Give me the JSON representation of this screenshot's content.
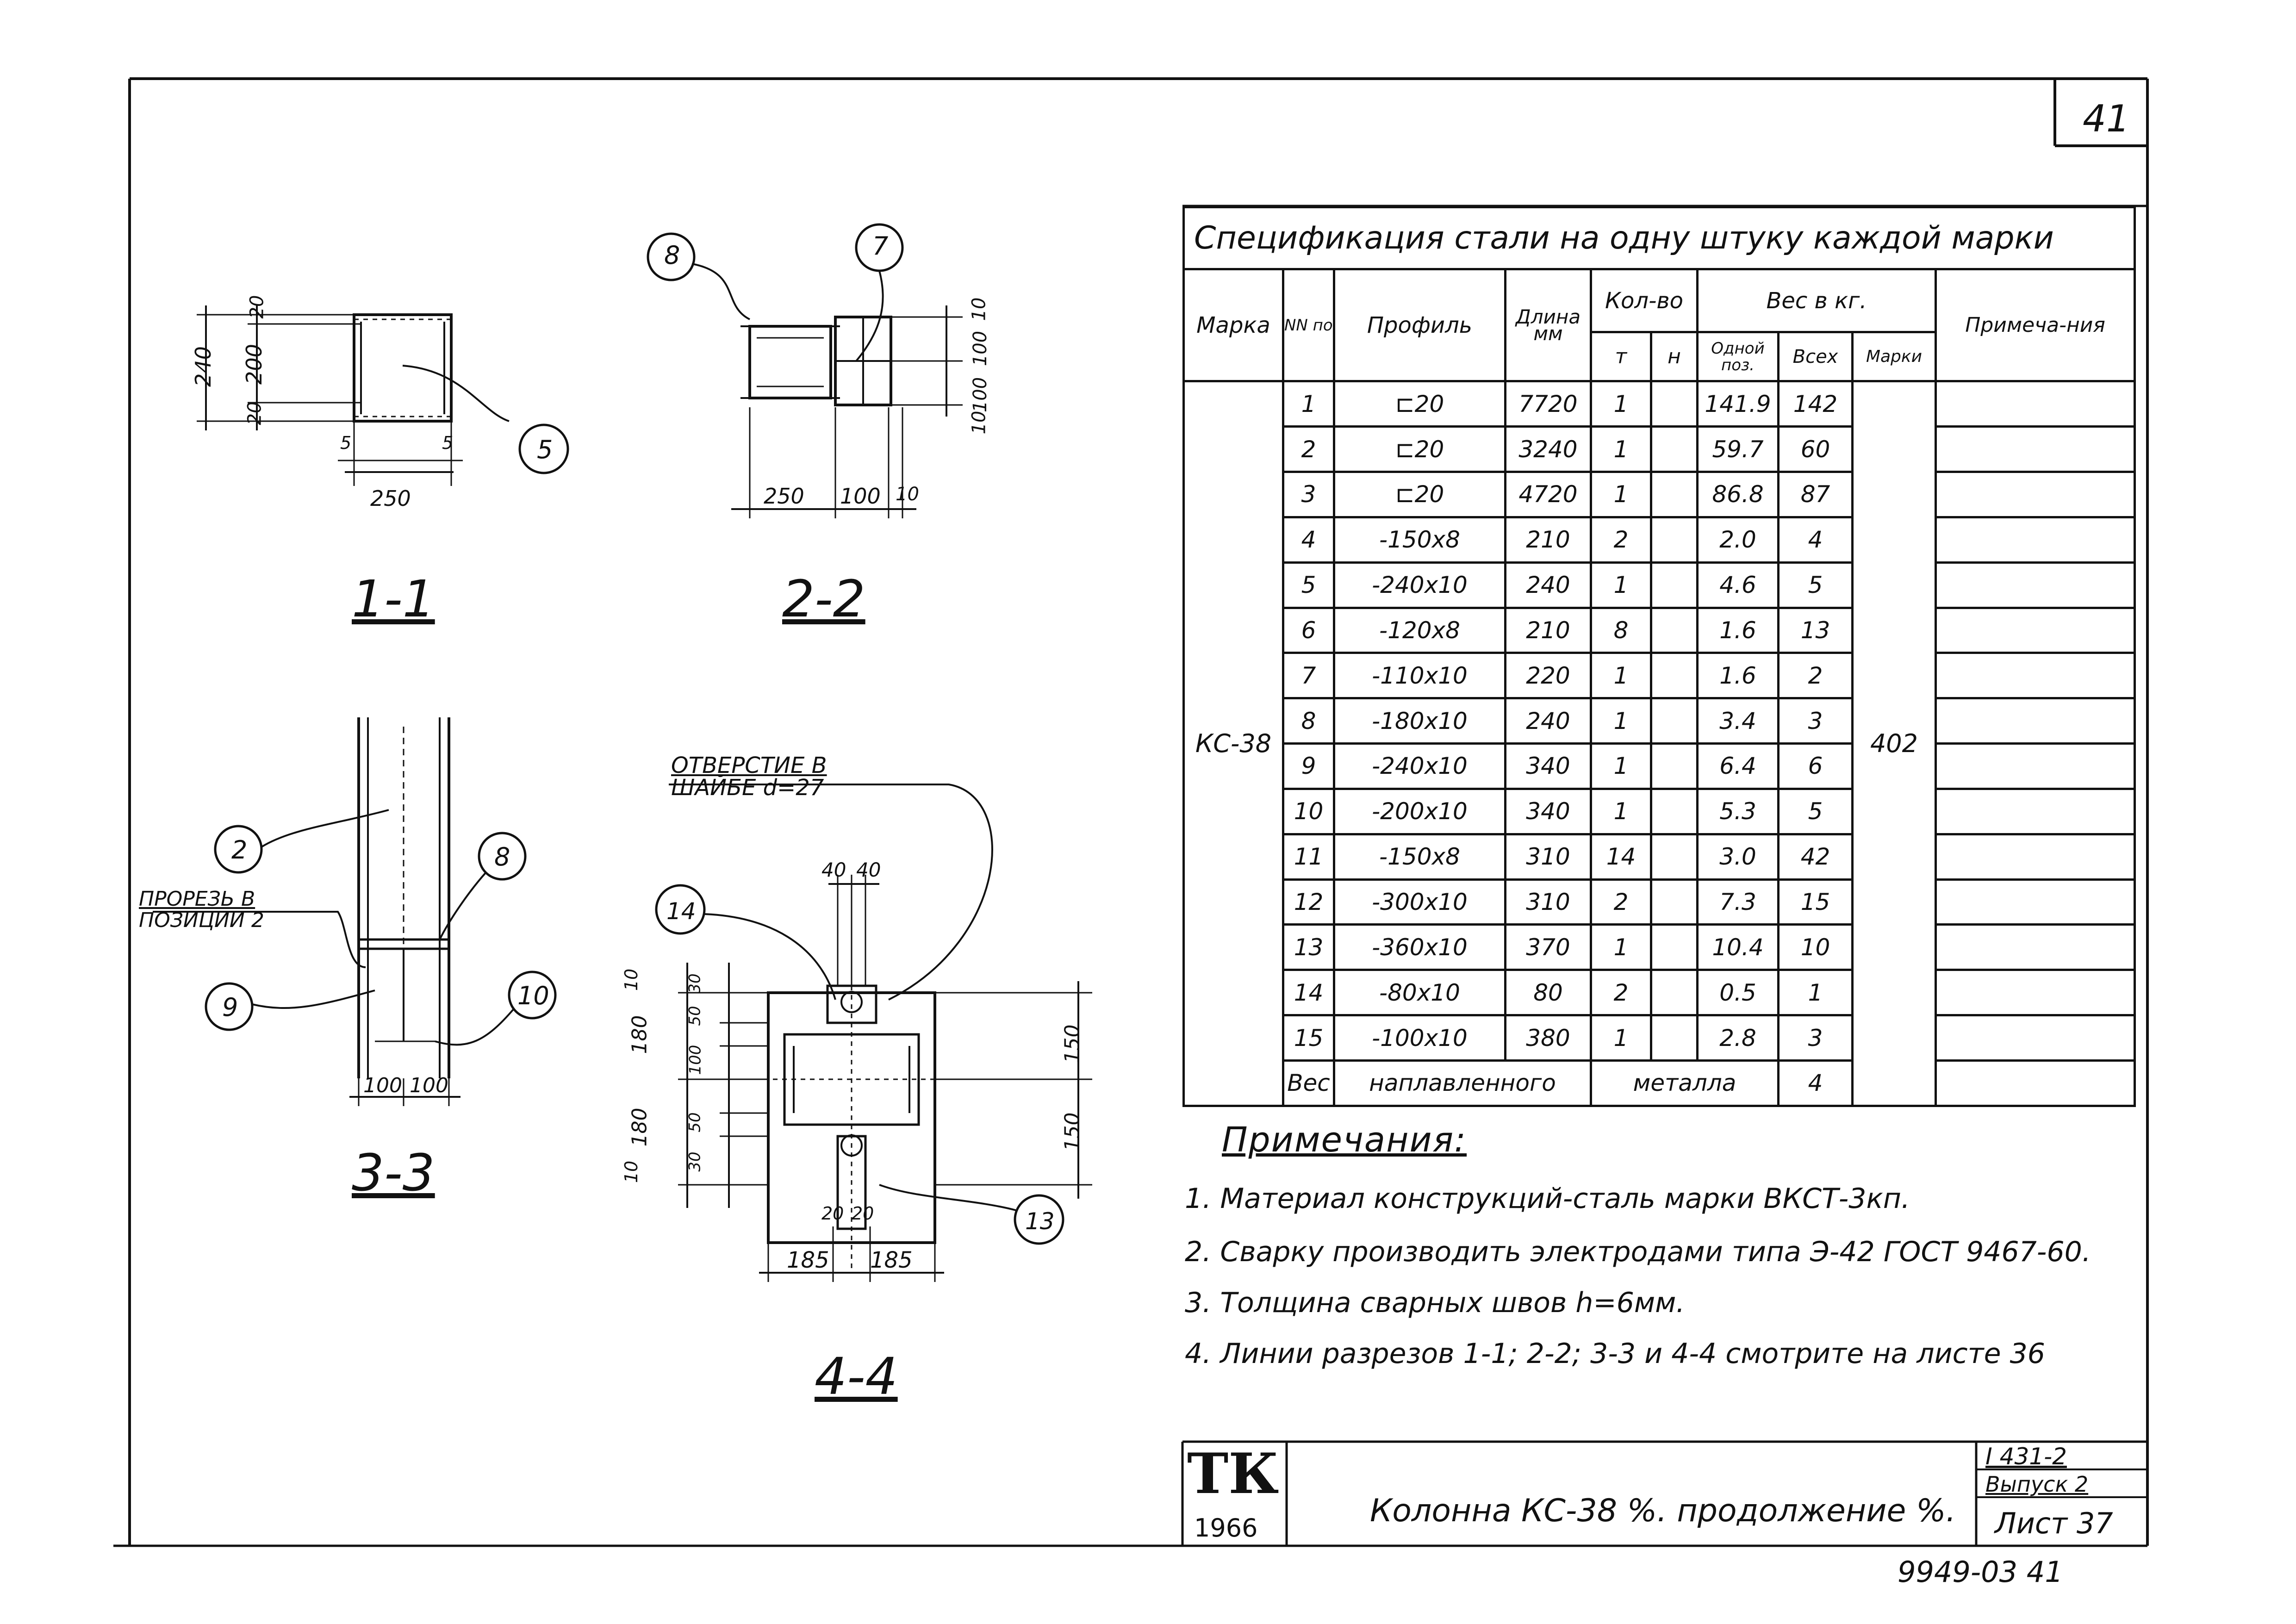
{
  "sheet_corner_number": "41",
  "sections": {
    "s1": "1-1",
    "s2": "2-2",
    "s3": "3-3",
    "s4": "4-4"
  },
  "callouts": {
    "c5": "5",
    "c7": "7",
    "c8a": "8",
    "c2": "2",
    "c8b": "8",
    "c9": "9",
    "c10": "10",
    "c14": "14",
    "c13": "13"
  },
  "dims": {
    "d1_240": "240",
    "d1_200": "200",
    "d1_20a": "20",
    "d1_20b": "20",
    "d1_250": "250",
    "d1_5a": "5",
    "d1_5b": "5",
    "d2_250": "250",
    "d2_100": "100",
    "d2_10": "10",
    "d2_v10a": "10",
    "d2_v100a": "100",
    "d2_v100b": "100",
    "d2_v10b": "10",
    "d3_100a": "100",
    "d3_100b": "100",
    "d4_40a": "40",
    "d4_40b": "40",
    "d4_180a": "180",
    "d4_180b": "180",
    "d4_10a": "10",
    "d4_10b": "10",
    "d4_150a": "150",
    "d4_150b": "150",
    "d4_185a": "185",
    "d4_185b": "185",
    "d4_20a": "20",
    "d4_20b": "20",
    "d4_30a": "30",
    "d4_50a": "50",
    "d4_100a": "100",
    "d4_50b": "50",
    "d4_30b": "30"
  },
  "labels": {
    "slot_line1": "ПРОРЕЗЬ  В",
    "slot_line2": "ПОЗИЦИИ 2",
    "hole_line1": "ОТВЕРСТИЕ  В",
    "hole_line2": "ШАЙБЕ  d=27"
  },
  "spec": {
    "caption": "Спецификация  стали  на  одну  штуку  каждой  марки",
    "h_marka": "Марка",
    "h_pos": "NN поз.",
    "h_profile": "Профиль",
    "h_length": "Длина мм",
    "h_qty": "Кол-во",
    "h_qty_t": "т",
    "h_qty_n": "н",
    "h_weight": "Вес  в  кг.",
    "h_w_one": "Одной поз.",
    "h_w_all": "Всех",
    "h_w_mark": "Марки",
    "h_notes": "Примеча-ния",
    "mark": "КС-38",
    "mark_weight": "402",
    "rows": [
      {
        "pos": "1",
        "profile": "⊏20",
        "len": "7720",
        "t": "1",
        "one": "141.9",
        "all": "142"
      },
      {
        "pos": "2",
        "profile": "⊏20",
        "len": "3240",
        "t": "1",
        "one": "59.7",
        "all": "60"
      },
      {
        "pos": "3",
        "profile": "⊏20",
        "len": "4720",
        "t": "1",
        "one": "86.8",
        "all": "87"
      },
      {
        "pos": "4",
        "profile": "-150x8",
        "len": "210",
        "t": "2",
        "one": "2.0",
        "all": "4"
      },
      {
        "pos": "5",
        "profile": "-240x10",
        "len": "240",
        "t": "1",
        "one": "4.6",
        "all": "5"
      },
      {
        "pos": "6",
        "profile": "-120x8",
        "len": "210",
        "t": "8",
        "one": "1.6",
        "all": "13"
      },
      {
        "pos": "7",
        "profile": "-110x10",
        "len": "220",
        "t": "1",
        "one": "1.6",
        "all": "2"
      },
      {
        "pos": "8",
        "profile": "-180x10",
        "len": "240",
        "t": "1",
        "one": "3.4",
        "all": "3"
      },
      {
        "pos": "9",
        "profile": "-240x10",
        "len": "340",
        "t": "1",
        "one": "6.4",
        "all": "6"
      },
      {
        "pos": "10",
        "profile": "-200x10",
        "len": "340",
        "t": "1",
        "one": "5.3",
        "all": "5"
      },
      {
        "pos": "11",
        "profile": "-150x8",
        "len": "310",
        "t": "14",
        "one": "3.0",
        "all": "42"
      },
      {
        "pos": "12",
        "profile": "-300x10",
        "len": "310",
        "t": "2",
        "one": "7.3",
        "all": "15"
      },
      {
        "pos": "13",
        "profile": "-360x10",
        "len": "370",
        "t": "1",
        "one": "10.4",
        "all": "10"
      },
      {
        "pos": "14",
        "profile": "-80x10",
        "len": "80",
        "t": "2",
        "one": "0.5",
        "all": "1"
      },
      {
        "pos": "15",
        "profile": "-100x10",
        "len": "380",
        "t": "1",
        "one": "2.8",
        "all": "3"
      }
    ],
    "weld_a": "Вес",
    "weld_b": "наплавленного",
    "weld_c": "металла",
    "weld_all": "4"
  },
  "notes": {
    "title": "Примечания:",
    "items": [
      "1. Материал конструкций-сталь марки ВКСТ-3кп.",
      "2. Сварку производить электродами типа Э-42 ГОСТ 9467-60.",
      "3. Толщина сварных швов h=6мм.",
      "4. Линии разрезов 1-1; 2-2; 3-3 и 4-4 смотрите на листе 36"
    ]
  },
  "title_block": {
    "logo": "ТК",
    "logo_year": "1966",
    "title": "Колонна  КС-38  %. продолжение %.",
    "code": "I 431-2",
    "issue": "Выпуск 2",
    "sheet": "Лист 37"
  },
  "footer_code": "9949-03   41"
}
